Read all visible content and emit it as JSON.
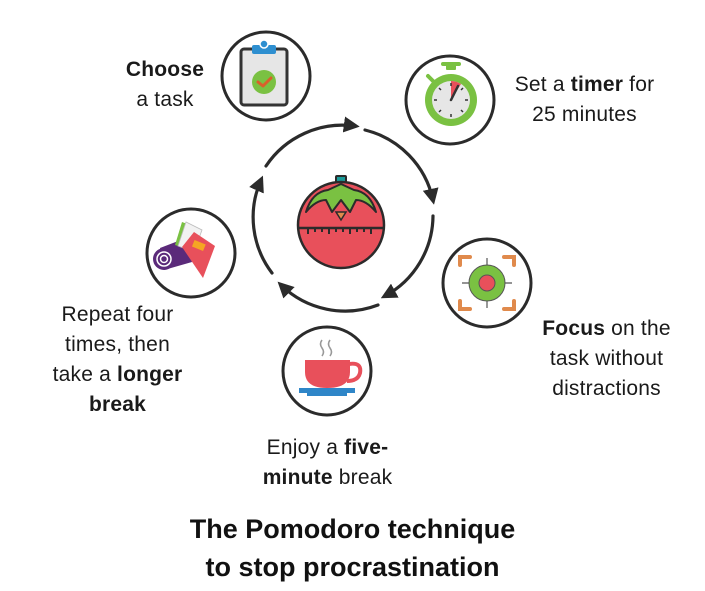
{
  "title": {
    "line1": "The Pomodoro technique",
    "line2": "to stop procrastination"
  },
  "center": {
    "icon": "tomato-timer-icon"
  },
  "steps": [
    {
      "id": "choose",
      "icon": "clipboard-check-icon",
      "line1_bold": "Choose",
      "line2": "a task"
    },
    {
      "id": "timer",
      "icon": "stopwatch-icon",
      "line1_pre": "Set a ",
      "line1_bold": "timer",
      "line1_post": " for",
      "line2": "25 minutes"
    },
    {
      "id": "focus",
      "icon": "target-icon",
      "line1_bold": "Focus",
      "line1_post": " on the",
      "line2": "task without",
      "line3": "distractions"
    },
    {
      "id": "break",
      "icon": "coffee-cup-icon",
      "line1_pre": "Enjoy a ",
      "line1_bold": "five-",
      "line2_bold": "minute",
      "line2_post": " break"
    },
    {
      "id": "repeat",
      "icon": "book-and-mat-icon",
      "line1": "Repeat four",
      "line2": "times, then",
      "line3_pre": "take a ",
      "line3_bold": "longer",
      "line4_bold": "break"
    }
  ],
  "colors": {
    "tomato_red": "#e8505b",
    "leaf_green": "#7ac142",
    "stem_teal": "#1a9c9a",
    "outline_dark": "#2b2b2b",
    "clip_blue": "#2e8fd0",
    "saucer_blue": "#2f86c8",
    "orange": "#e08a4c",
    "purple": "#5b2a7a"
  }
}
